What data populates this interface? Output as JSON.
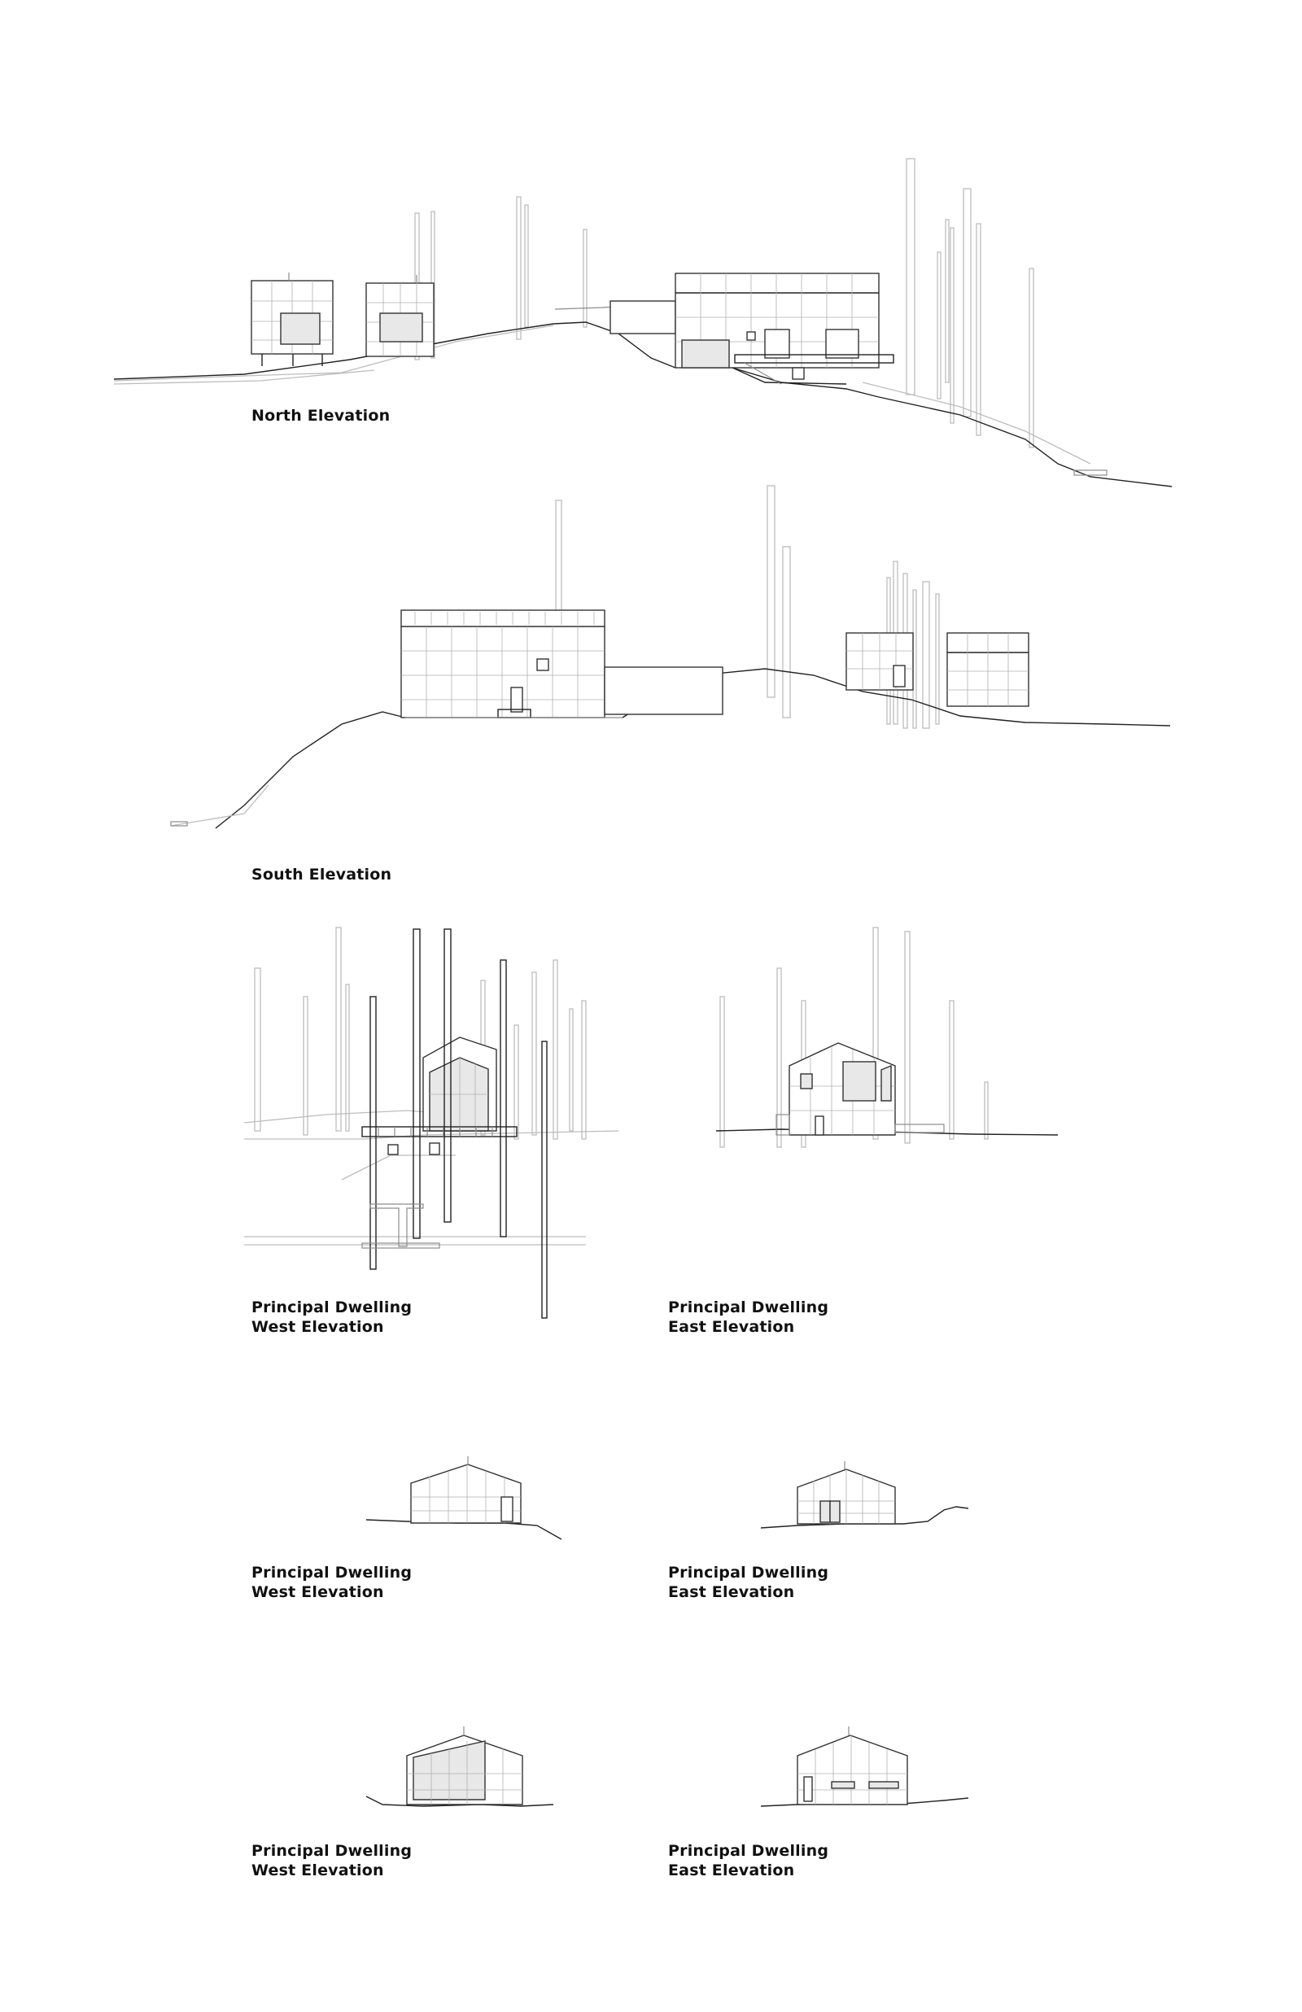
{
  "drawings": [
    {
      "id": "north",
      "caption": [
        "North Elevation"
      ]
    },
    {
      "id": "south",
      "caption": [
        "South Elevation"
      ]
    },
    {
      "id": "principal-west",
      "caption": [
        "Principal Dwelling",
        "West Elevation"
      ]
    },
    {
      "id": "principal-east",
      "caption": [
        "Principal Dwelling",
        "East Elevation"
      ]
    },
    {
      "id": "cabin-a-west",
      "caption": [
        "Principal Dwelling",
        "West Elevation"
      ]
    },
    {
      "id": "cabin-a-east",
      "caption": [
        "Principal Dwelling",
        "East Elevation"
      ]
    },
    {
      "id": "cabin-b-west",
      "caption": [
        "Principal Dwelling",
        "West Elevation"
      ]
    },
    {
      "id": "cabin-b-east",
      "caption": [
        "Principal Dwelling",
        "East Elevation"
      ]
    }
  ]
}
